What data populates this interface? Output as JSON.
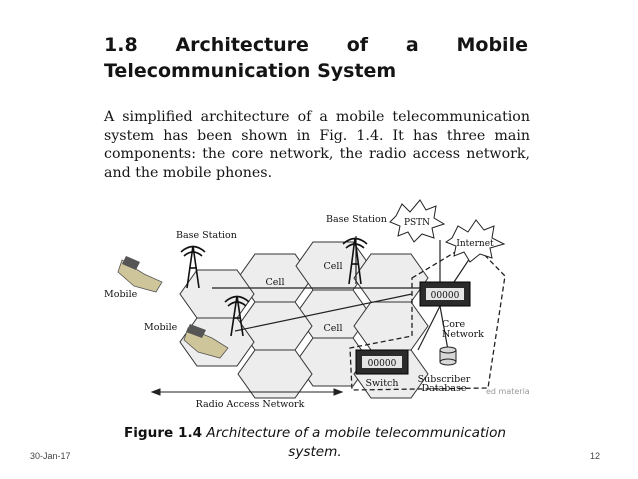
{
  "heading": {
    "number": "1.8",
    "line1_words": [
      "Architecture",
      "of",
      "a",
      "Mobile"
    ],
    "line2": "Telecommunication System"
  },
  "paragraph_lines": [
    "A simplified architecture of a mobile telecommunication",
    "system has been shown in Fig. 1.4. It has three main",
    "components: the core network, the radio access network,",
    "and the mobile phones."
  ],
  "figure": {
    "labels": {
      "base_station_left": "Base Station",
      "base_station_right": "Base Station",
      "pstn": "PSTN",
      "internet": "Internet",
      "cell_top": "Cell",
      "cell_mid": "Cell",
      "cell_lower": "Cell",
      "mobile_top": "Mobile",
      "mobile_bottom": "Mobile",
      "core_network_1": "Core",
      "core_network_2": "Network",
      "switch": "Switch",
      "subscriber_1": "Subscriber",
      "subscriber_2": "Database",
      "radio_access_network": "Radio Access Network",
      "watermark": "ed material",
      "display_digits": "00000"
    }
  },
  "caption": {
    "figure_label": "Figure 1.4",
    "line1_rest": "Architecture of a mobile telecommunication",
    "line2": "system."
  },
  "footer": {
    "date": "30-Jan-17",
    "page": "12"
  }
}
